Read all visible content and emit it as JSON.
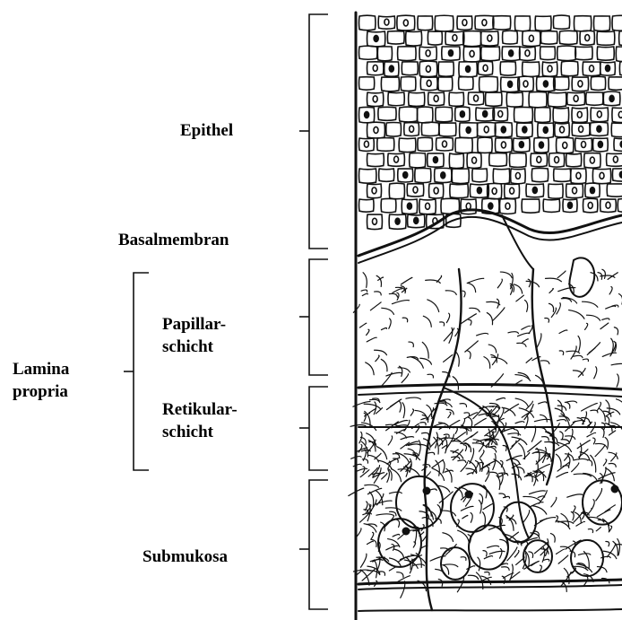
{
  "labels": {
    "epithel": "Epithel",
    "basalmembran": "Basalmembran",
    "papillarschicht_line1": "Papillar-",
    "papillarschicht_line2": "schicht",
    "lamina_line1": "Lamina",
    "lamina_line2": "propria",
    "retikularschicht_line1": "Retikular-",
    "retikularschicht_line2": "schicht",
    "submukosa": "Submukosa"
  },
  "colors": {
    "ink": "#111111",
    "background": "#ffffff"
  }
}
